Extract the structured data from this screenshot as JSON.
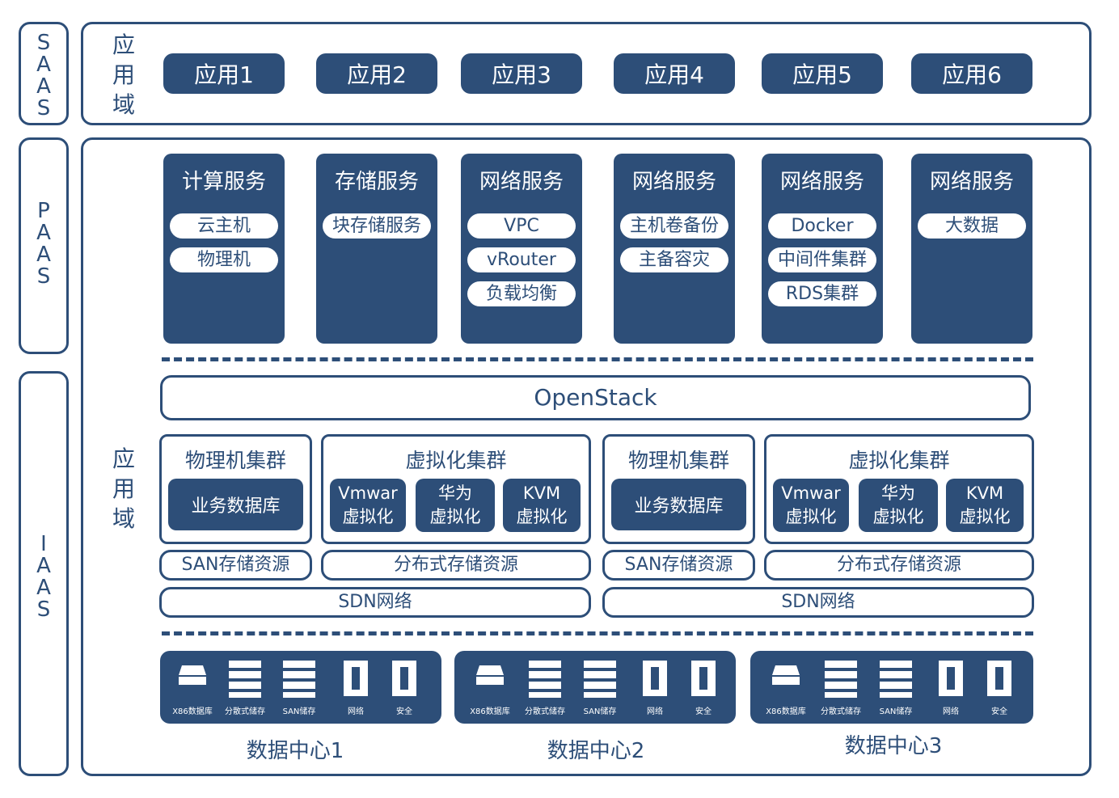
{
  "side_labels": {
    "saas": "S\nA\nA\nS",
    "paas": "P\nA\nA\nS",
    "iaas": "I\nA\nA\nS"
  },
  "app_domain_label": "应\n用\n域",
  "apps": [
    "应用1",
    "应用2",
    "应用3",
    "应用4",
    "应用5",
    "应用6"
  ],
  "services": [
    {
      "title": "计算服务",
      "items": [
        "云主机",
        "物理机"
      ]
    },
    {
      "title": "存储服务",
      "items": [
        "块存储服务"
      ]
    },
    {
      "title": "网络服务",
      "items": [
        "VPC",
        "vRouter",
        "负载均衡"
      ]
    },
    {
      "title": "网络服务",
      "items": [
        "主机卷备份",
        "主备容灾"
      ]
    },
    {
      "title": "网络服务",
      "items": [
        "Docker",
        "中间件集群",
        "RDS集群"
      ]
    },
    {
      "title": "网络服务",
      "items": [
        "大数据"
      ]
    }
  ],
  "openstack": "OpenStack",
  "clusters": [
    {
      "physical_title": "物理机集群",
      "db": "业务数据库",
      "virt_title": "虚拟化集群",
      "virt": [
        [
          "Vmwar",
          "虚拟化"
        ],
        [
          "华为",
          "虚拟化"
        ],
        [
          "KVM",
          "虚拟化"
        ]
      ],
      "san": "SAN存储资源",
      "dist": "分布式存储资源",
      "sdn": "SDN网络"
    },
    {
      "physical_title": "物理机集群",
      "db": "业务数据库",
      "virt_title": "虚拟化集群",
      "virt": [
        [
          "Vmwar",
          "虚拟化"
        ],
        [
          "华为",
          "虚拟化"
        ],
        [
          "KVM",
          "虚拟化"
        ]
      ],
      "san": "SAN存储资源",
      "dist": "分布式存储资源",
      "sdn": "SDN网络"
    }
  ],
  "datacenters": [
    {
      "name": "数据中心1",
      "devices": [
        "X86数据库",
        "分散式储存",
        "SAN储存",
        "网络",
        "安全"
      ]
    },
    {
      "name": "数据中心2",
      "devices": [
        "X86数据库",
        "分散式储存",
        "SAN储存",
        "网络",
        "安全"
      ]
    },
    {
      "name": "数据中心3",
      "devices": [
        "X86数据库",
        "分散式储存",
        "SAN储存",
        "网络",
        "安全"
      ]
    }
  ],
  "device_icons": [
    "server-icon",
    "rack-icon",
    "rack-icon",
    "network-icon",
    "security-icon"
  ],
  "colors": {
    "primary": "#2d4e78",
    "background": "#ffffff"
  }
}
